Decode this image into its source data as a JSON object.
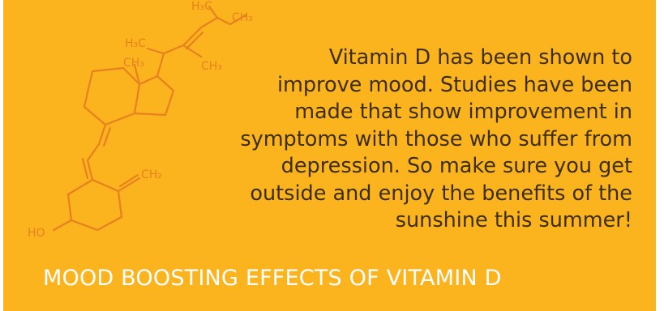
{
  "card": {
    "background_color": "#fbb41e",
    "text_color": "#3d2e12",
    "caption_color": "#ffffff",
    "molecule_color": "#e8801e"
  },
  "structure": {
    "labels": {
      "h3c_top": "H₃C",
      "ch3_top": "CH₃",
      "h3c_left": "H₃C",
      "ch3_mid": "CH₃",
      "ch3_right": "CH₃",
      "ch2": "CH₂",
      "ho": "HO"
    }
  },
  "body_text": "Vitamin D has been shown to\nimprove mood. Studies have been\nmade that show improvement in\nsymptoms with those who suffer from\ndepression. So make sure you get\noutside and enjoy the benefits of the\nsunshine this summer!",
  "caption": "MOOD BOOSTING EFFECTS OF VITAMIN D"
}
